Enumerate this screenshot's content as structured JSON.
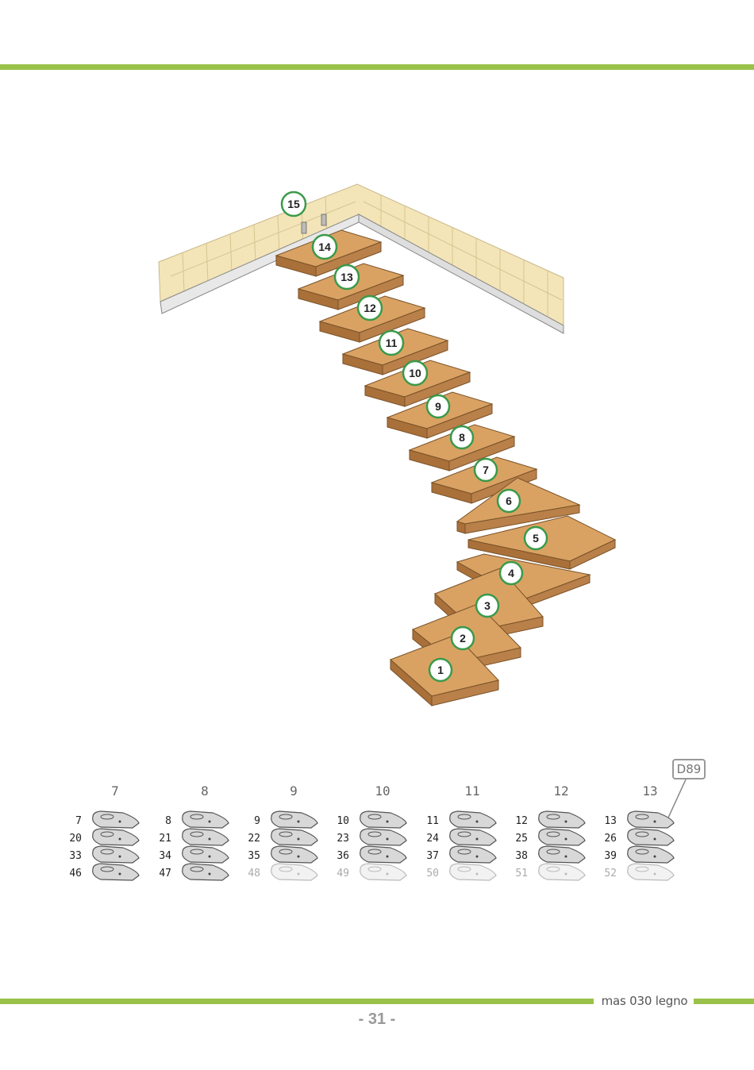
{
  "stair": {
    "steps": [
      "1",
      "2",
      "3",
      "4",
      "5",
      "6",
      "7",
      "8",
      "9",
      "10",
      "11",
      "12",
      "13",
      "14",
      "15"
    ]
  },
  "plate_table": {
    "tag": "D89",
    "columns": [
      {
        "header": "7",
        "rows": [
          "7",
          "20",
          "33",
          "46"
        ]
      },
      {
        "header": "8",
        "rows": [
          "8",
          "21",
          "34",
          "47"
        ]
      },
      {
        "header": "9",
        "rows": [
          "9",
          "22",
          "35",
          "48"
        ]
      },
      {
        "header": "10",
        "rows": [
          "10",
          "23",
          "36",
          "49"
        ]
      },
      {
        "header": "11",
        "rows": [
          "11",
          "24",
          "37",
          "50"
        ]
      },
      {
        "header": "12",
        "rows": [
          "12",
          "25",
          "38",
          "51"
        ]
      },
      {
        "header": "13",
        "rows": [
          "13",
          "26",
          "39",
          "52"
        ]
      }
    ],
    "dark_count": [
      4,
      4,
      3,
      3,
      3,
      3,
      3
    ]
  },
  "footer": {
    "product": "mas 030 legno",
    "page": "- 31 -"
  },
  "colors": {
    "accent": "#9ac24a",
    "tread": "#d9a263",
    "tread_dark": "#a9703a",
    "floor": "#f3e5b8",
    "badge_ring": "#3a9a4a"
  }
}
